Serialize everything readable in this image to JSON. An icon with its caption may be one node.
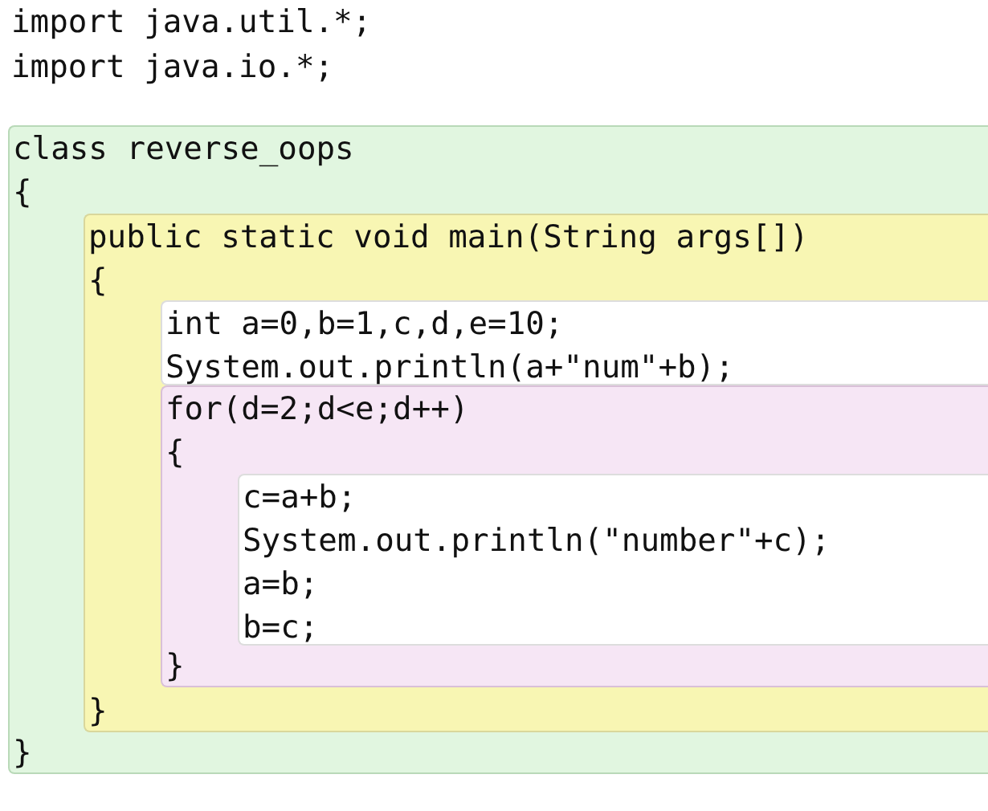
{
  "diagram": {
    "nodes": [
      {
        "text": [
          "class reverse_oops",
          "{",
          "}"
        ]
      },
      {
        "text": [
          "public static void main(String args[])",
          "{",
          "}"
        ],
        "in": 0
      },
      {
        "text": [
          "int a=0,b=1,c,d,e=10;",
          "System.out.println(a+\"num\"+b);"
        ],
        "in": 1
      },
      {
        "text": [
          "for(d=2;d<e;d++)",
          "{",
          "}"
        ],
        "in": 1
      },
      {
        "text": [
          "c=a+b;",
          "System.out.println(\"number\"+c);",
          "a=b;",
          "b=c;"
        ],
        "in": 3
      }
    ],
    "labels": [
      "import java.util.*;",
      "import java.io.*;"
    ]
  }
}
